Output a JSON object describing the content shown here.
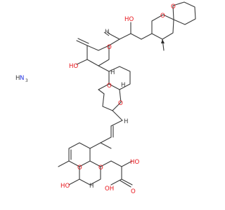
{
  "colors": {
    "bond": "#3a3a3a",
    "oxygen": "#e8141a",
    "nitrogen": "#1f2fe0",
    "hydrogen": "#3a3a3a",
    "background": "#ffffff"
  },
  "ammonia": {
    "nitrogen_label": "N",
    "hydrogen_label": "H",
    "subscript": "3",
    "hydrogen_prefix": "H"
  },
  "atom_labels": [
    {
      "id": "o-spiro-top-1",
      "text": "O",
      "kind": "O"
    },
    {
      "id": "o-spiro-top-2",
      "text": "O",
      "kind": "O"
    },
    {
      "id": "oh-upper",
      "text": "HO",
      "kind": "O"
    },
    {
      "id": "o-ring-mid",
      "text": "O",
      "kind": "O"
    },
    {
      "id": "h-ring-mid-1",
      "text": "H",
      "kind": "H"
    },
    {
      "id": "ho-mid",
      "text": "HO",
      "kind": "O"
    },
    {
      "id": "h-ring-mid-2",
      "text": "H",
      "kind": "H"
    },
    {
      "id": "o-spiro-mid",
      "text": "O",
      "kind": "O"
    },
    {
      "id": "h-spiro-mid",
      "text": "H",
      "kind": "H"
    },
    {
      "id": "o-thf",
      "text": "O",
      "kind": "O"
    },
    {
      "id": "h-thf",
      "text": "H",
      "kind": "H"
    },
    {
      "id": "o-pyran-low",
      "text": "O",
      "kind": "O"
    },
    {
      "id": "ho-low",
      "text": "HO",
      "kind": "O"
    },
    {
      "id": "o-spiro-low",
      "text": "O",
      "kind": "O"
    },
    {
      "id": "h-spiro-low",
      "text": "H",
      "kind": "H"
    },
    {
      "id": "oh-acid",
      "text": "HO",
      "kind": "O"
    },
    {
      "id": "o-acid-1",
      "text": "OH",
      "kind": "O"
    },
    {
      "id": "o-acid-2",
      "text": "O",
      "kind": "O"
    }
  ]
}
